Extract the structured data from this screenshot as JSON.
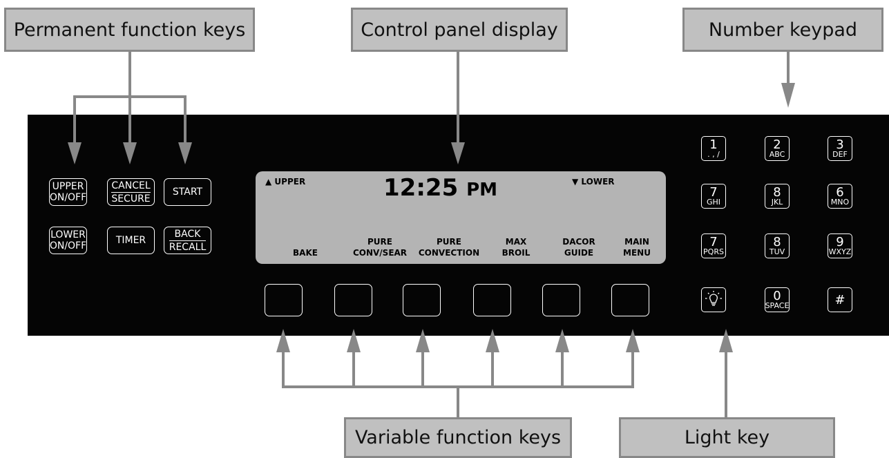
{
  "callouts": {
    "permanent": "Permanent function keys",
    "display": "Control panel display",
    "keypad": "Number keypad",
    "variable": "Variable function keys",
    "light": "Light key"
  },
  "permanent_keys": {
    "upper_onoff": [
      "UPPER",
      "ON/OFF"
    ],
    "cancel_secure": [
      "CANCEL",
      "SECURE"
    ],
    "start": "START",
    "lower_onoff": [
      "LOWER",
      "ON/OFF"
    ],
    "timer": "TIMER",
    "back_recall": [
      "BACK",
      "RECALL"
    ]
  },
  "display": {
    "upper": "▲ UPPER",
    "time": "12:25",
    "ampm": "PM",
    "lower": "▼ LOWER",
    "labels": [
      [
        "",
        "BAKE"
      ],
      [
        "PURE",
        "CONV/SEAR"
      ],
      [
        "PURE",
        "CONVECTION"
      ],
      [
        "MAX",
        "BROIL"
      ],
      [
        "DACOR",
        "GUIDE"
      ],
      [
        "MAIN",
        "MENU"
      ]
    ]
  },
  "keypad": [
    {
      "d": "1",
      "l": ". , /"
    },
    {
      "d": "2",
      "l": "ABC"
    },
    {
      "d": "3",
      "l": "DEF"
    },
    {
      "d": "7",
      "l": "GHI"
    },
    {
      "d": "8",
      "l": "JKL"
    },
    {
      "d": "6",
      "l": "MNO"
    },
    {
      "d": "7",
      "l": "PQRS"
    },
    {
      "d": "8",
      "l": "TUV"
    },
    {
      "d": "9",
      "l": "WXYZ"
    },
    {
      "d": "",
      "l": "",
      "icon": "lightbulb-icon"
    },
    {
      "d": "0",
      "l": "SPACE"
    },
    {
      "d": "#",
      "l": ""
    }
  ],
  "colors": {
    "panel": "#050505",
    "display": "#b4b4b4",
    "callout_fill": "#c0c0c0",
    "callout_border": "#888888",
    "arrow": "#888888"
  }
}
